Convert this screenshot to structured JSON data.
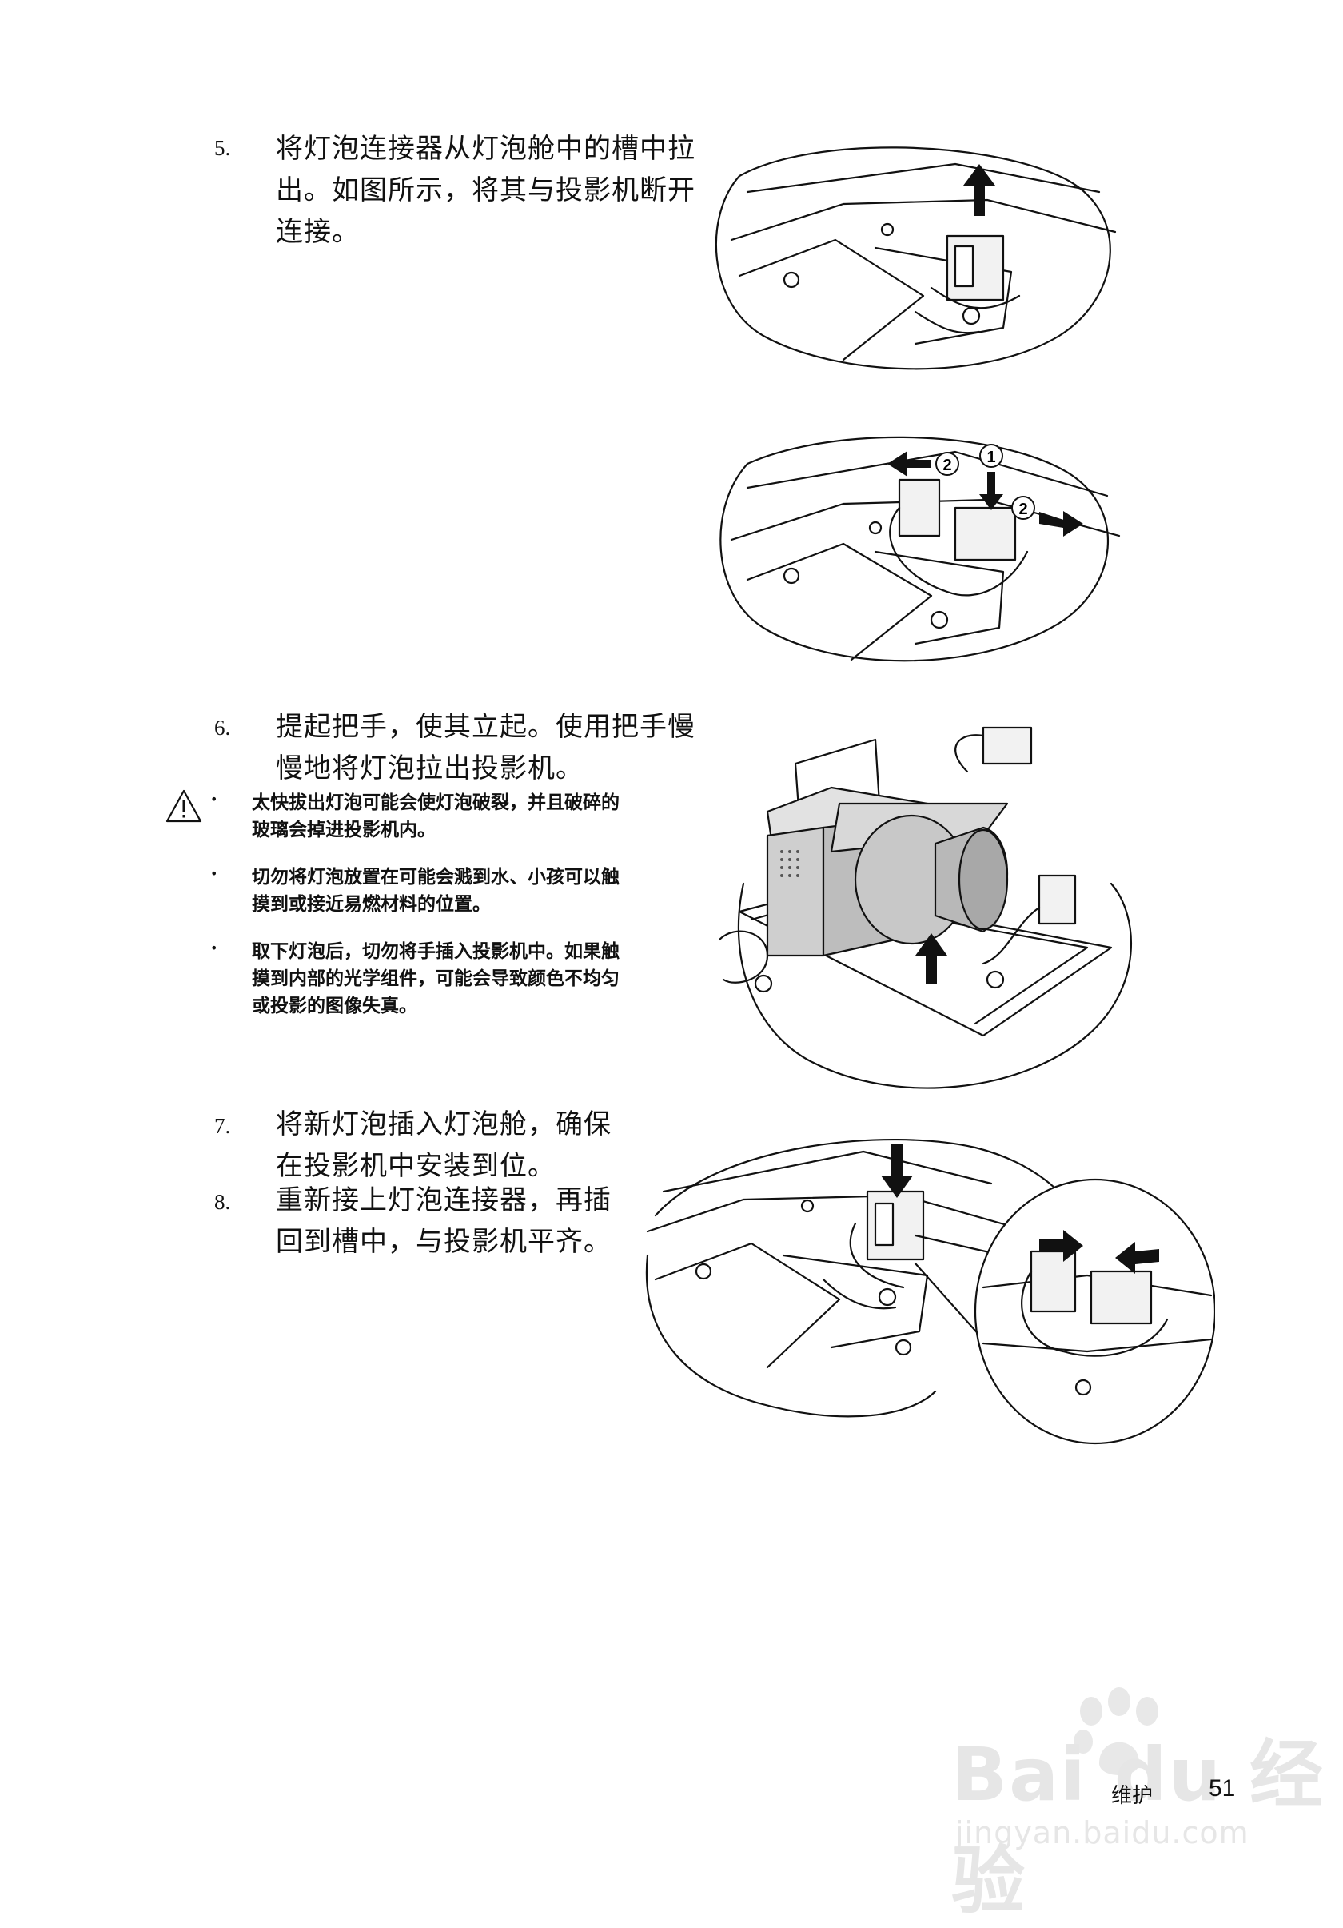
{
  "steps": [
    {
      "number": "5.",
      "lines": [
        "将灯泡连接器从灯泡舱中的槽中拉",
        "出。如图所示，将其与投影机断开",
        "连接。"
      ]
    },
    {
      "number": "6.",
      "lines": [
        "提起把手，使其立起。使用把手慢",
        "慢地将灯泡拉出投影机。"
      ]
    },
    {
      "number": "7.",
      "lines": [
        "将新灯泡插入灯泡舱，确保",
        "在投影机中安装到位。"
      ]
    },
    {
      "number": "8.",
      "lines": [
        "重新接上灯泡连接器，再插",
        "回到槽中，与投影机平齐。"
      ]
    }
  ],
  "warning": {
    "bullet": "•",
    "items": [
      [
        "太快拔出灯泡可能会使灯泡破裂，并且破碎的",
        "玻璃会掉进投影机内。"
      ],
      [
        "切勿将灯泡放置在可能会溅到水、小孩可以触",
        "摸到或接近易燃材料的位置。"
      ],
      [
        "取下灯泡后，切勿将手插入投影机中。如果触",
        "摸到内部的光学组件，可能会导致颜色不均匀",
        "或投影的图像失真。"
      ]
    ]
  },
  "illustration_callouts": {
    "circle_one": "1",
    "circle_two": "2"
  },
  "footer": {
    "section": "维护",
    "page": "51"
  },
  "watermark": {
    "brand": "Bai du 经验",
    "url": "jingyan.baidu.com"
  },
  "icons": [
    "warning-triangle-icon",
    "up-arrow-icon",
    "down-arrow-icon",
    "left-arrow-icon",
    "right-arrow-icon"
  ]
}
